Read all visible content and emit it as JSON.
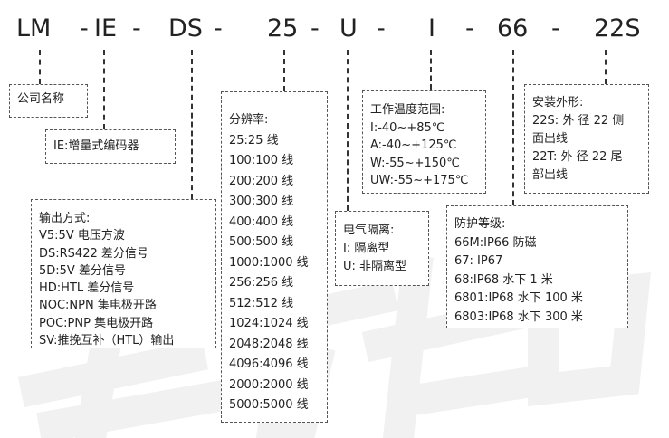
{
  "code": {
    "parts": [
      "LM",
      "-",
      "IE",
      "-",
      "DS",
      "-",
      "25",
      "-",
      "U",
      "-",
      "I",
      "-",
      "66",
      "-",
      "22S"
    ]
  },
  "boxes": {
    "company": {
      "lines": [
        "公司名称"
      ]
    },
    "encoder": {
      "lines": [
        "IE:增量式编码器"
      ]
    },
    "output": {
      "title": "输出方式:",
      "lines": [
        "V5:5V 电压方波",
        "DS:RS422 差分信号",
        "5D:5V 差分信号",
        "HD:HTL 差分信号",
        "NOC:NPN 集电极开路",
        "POC:PNP 集电极开路",
        "SV:推挽互补（HTL）输出"
      ]
    },
    "resolution": {
      "title": "分辨率:",
      "lines": [
        "25:25 线",
        "100:100 线",
        "200:200 线",
        "300:300 线",
        "400:400 线",
        "500:500 线",
        "1000:1000 线",
        "256:256 线",
        "512:512 线",
        "1024:1024 线",
        "2048:2048 线",
        "4096:4096 线",
        "2000:2000 线",
        "5000:5000 线"
      ]
    },
    "isolation": {
      "title": "电气隔离:",
      "lines": [
        "I:  隔离型",
        "U: 非隔离型"
      ]
    },
    "temperature": {
      "title": "工作温度范围:",
      "lines": [
        "I:-40~+85℃",
        "A:-40~+125℃",
        "W:-55~+150℃",
        "UW:-55~+175℃"
      ]
    },
    "protection": {
      "title": "防护等级:",
      "lines": [
        "66M:IP66 防磁",
        "67:  IP67",
        "68:IP68 水下 1 米",
        "6801:IP68 水下 100 米",
        "6803:IP68 水下 300 米"
      ]
    },
    "shape": {
      "title": "安装外形:",
      "lines": [
        "22S: 外 径 22 侧",
        "面出线",
        "22T: 外 径 22 尾",
        "部出线"
      ]
    }
  }
}
